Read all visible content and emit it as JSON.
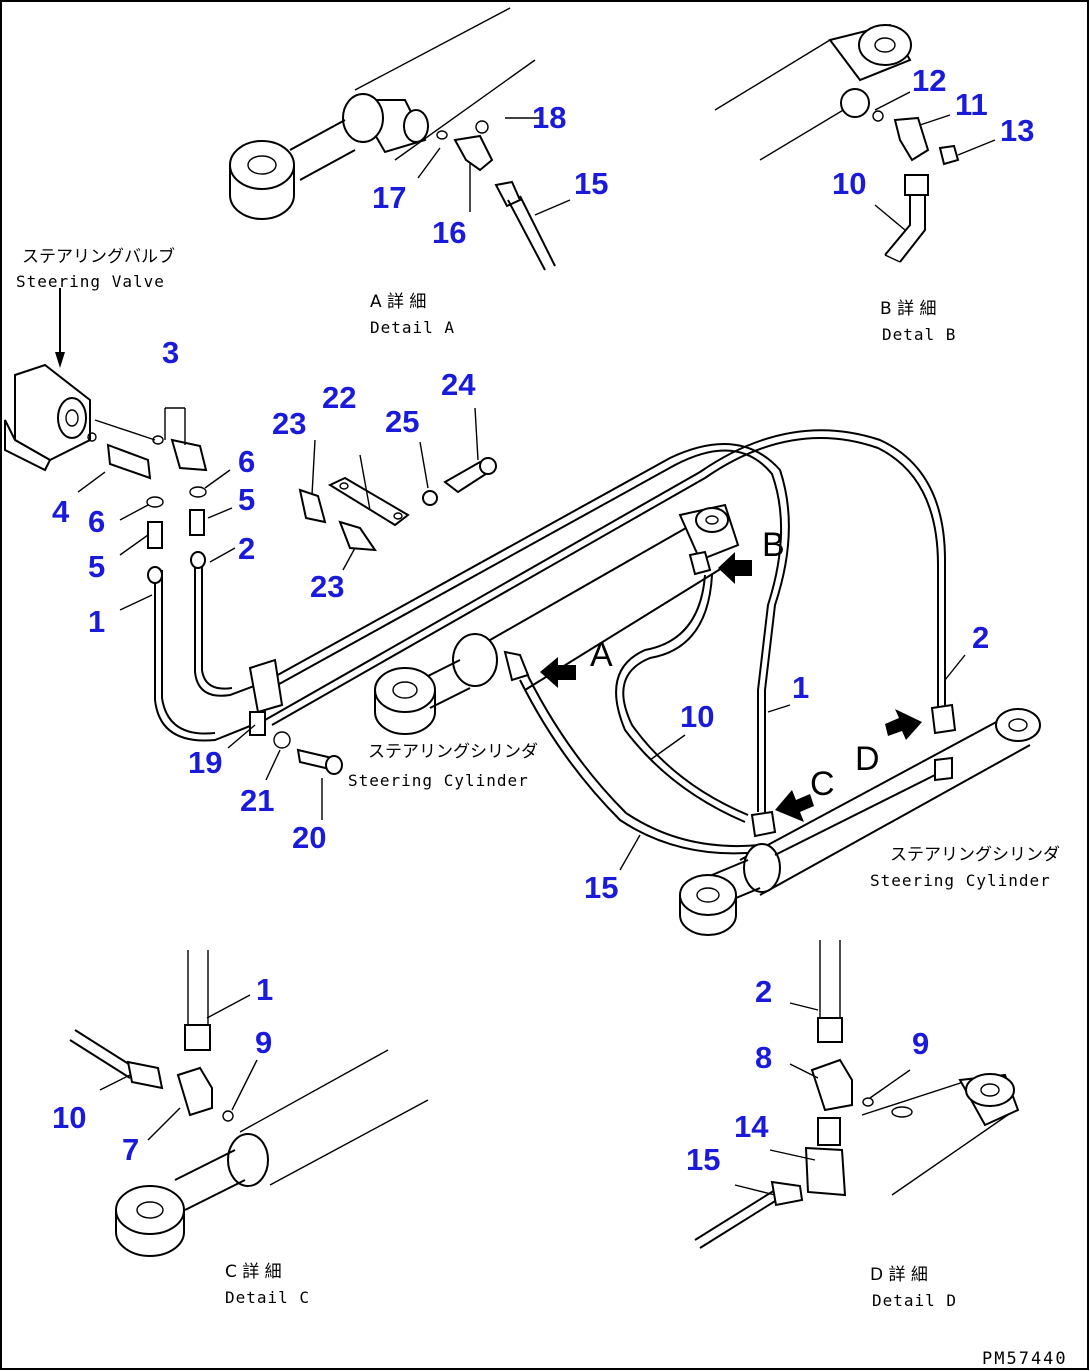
{
  "labels": {
    "steering_valve_jp": "ステアリングバルブ",
    "steering_valve_en": "Steering Valve",
    "steering_cyl_jp": "ステアリングシリンダ",
    "steering_cyl_en": "Steering Cylinder",
    "detail_a_jp": "A 詳 細",
    "detail_a_en": "Detail A",
    "detail_b_jp": "B 詳 細",
    "detail_b_en": "Detal B",
    "detail_c_jp": "C 詳 細",
    "detail_c_en": "Detail C",
    "detail_d_jp": "D 詳 細",
    "detail_d_en": "Detail D",
    "drawing_code": "PM57440"
  },
  "detail_letters": [
    "A",
    "B",
    "C",
    "D"
  ],
  "callouts": {
    "n1": "1",
    "n2": "2",
    "n3": "3",
    "n4": "4",
    "n5": "5",
    "n6": "6",
    "n7": "7",
    "n8": "8",
    "n9": "9",
    "n10": "10",
    "n11": "11",
    "n12": "12",
    "n13": "13",
    "n14": "14",
    "n15": "15",
    "n16": "16",
    "n17": "17",
    "n18": "18",
    "n19": "19",
    "n20": "20",
    "n21": "21",
    "n22": "22",
    "n23": "23",
    "n24": "24",
    "n25": "25"
  },
  "colors": {
    "callout": "#1a1adb",
    "line": "#000000",
    "background": "#ffffff"
  }
}
